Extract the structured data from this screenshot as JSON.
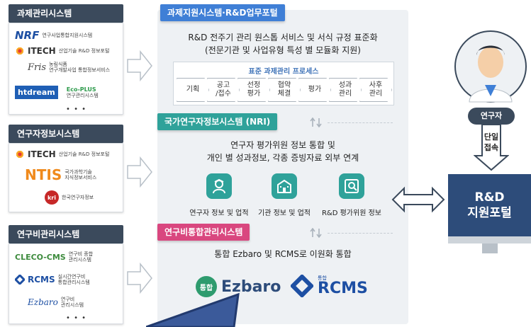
{
  "left_systems": [
    {
      "title": "과제관리시스템",
      "logos": [
        {
          "name": "NRF",
          "text": "연구사업통합지원시스템"
        },
        {
          "name": "ITECH",
          "text": "산업기술 R&D 정보포털"
        },
        {
          "name": "Fris",
          "sub": "농림식품",
          "text": "연구개발사업 통합정보서비스"
        },
        {
          "name": "htdream",
          "eco": "Eco-PLUS",
          "eco_sub": "연구관리시스템"
        }
      ],
      "more": "• • •"
    },
    {
      "title": "연구자정보시스템",
      "logos": [
        {
          "name": "ITECH",
          "text": "산업기술 R&D 정보포털"
        },
        {
          "name": "NTIS",
          "text": "국가과학기술\n지식정보서비스"
        },
        {
          "name": "kri",
          "text": "한국연구자정보"
        }
      ]
    },
    {
      "title": "연구비관리시스템",
      "logos": [
        {
          "name": "CLECO-CMS",
          "text": "연구비 종합\n관리시스템"
        },
        {
          "name": "RCMS",
          "text": "실시간연구비\n통합관리시스템"
        },
        {
          "name": "Ezbaro",
          "text": "연구비\n관리시스템"
        }
      ],
      "more": "• • •"
    }
  ],
  "center": {
    "tag1": "과제지원시스템·R&D업무포털",
    "desc1_line1": "R&D 전주기 관리 원스톱 서비스 및 서식 규정 표준화",
    "desc1_line2": "(전문기관 및 사업유형 특성 별 모듈화 지원)",
    "process_title": "표준 과제관리 프로세스",
    "process_steps": [
      "기획",
      "공고\n/접수",
      "선정\n평가",
      "협약\n체결",
      "평가",
      "성과\n관리",
      "사후\n관리"
    ],
    "tag2": "국가연구자정보시스템 (NRI)",
    "desc2_line1": "연구자 평가위원 정보 통합 및",
    "desc2_line2": "개인 별 성과정보, 각종 증빙자료 외부 연계",
    "features": [
      "연구자 정보 및 업적",
      "기관 정보 및 업적",
      "R&D 평가위원 정보"
    ],
    "tag3": "연구비통합관리시스템",
    "desc3": "통합 Ezbaro 및 RCMS로 이원화 통합",
    "ezbaro_badge": "통합",
    "ezbaro_logo": "Ezbaro",
    "rcms_badge": "통합",
    "rcms_logo": "RCMS"
  },
  "right": {
    "researcher_label": "연구자",
    "access_line1": "단일",
    "access_line2": "접속",
    "portal_line1": "R&D",
    "portal_line2": "지원포털"
  },
  "colors": {
    "tag1": "#3f7fd6",
    "tag2": "#2fa29a",
    "tag3": "#d9477f",
    "header": "#3b4a5c",
    "portal": "#2d4c7a"
  }
}
